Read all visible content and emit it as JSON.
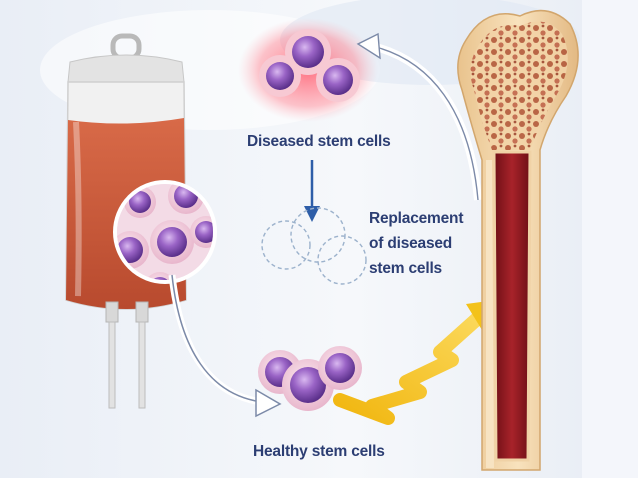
{
  "labels": {
    "diseased": "Diseased stem cells",
    "replacement": [
      "Replacement",
      "of diseased",
      "stem cells"
    ],
    "healthy": "Healthy stem cells"
  },
  "colors": {
    "background": "#eef2f8",
    "label_text": "#2c3e73",
    "blood": "#c9593a",
    "marrow": "#8b1a1f",
    "bone": "#f4d7a8",
    "cell_purple": "#8a56b5",
    "cell_glow": "#f35a6a",
    "arrow_yellow": "#f3c21a",
    "arrow_blue": "#2e5ea8"
  },
  "icons": [
    "iv-blood-bag-icon",
    "bone-icon",
    "stem-cell-icon",
    "curved-arrow-icon"
  ]
}
